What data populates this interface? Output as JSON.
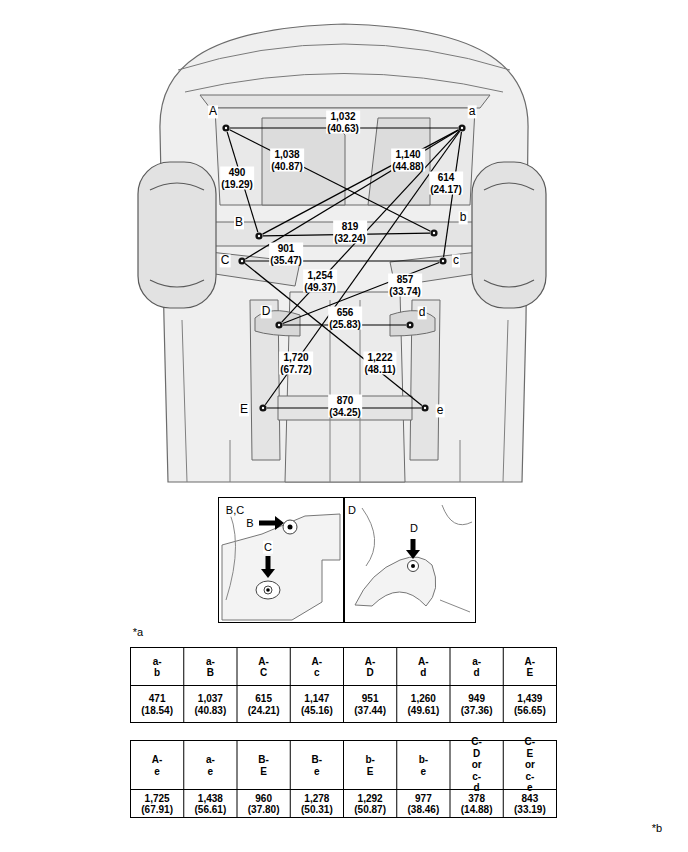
{
  "diagram": {
    "nodes": [
      {
        "text": [
          "A"
        ]
      },
      {
        "text": [
          "a"
        ]
      },
      {
        "text": [
          "B"
        ]
      },
      {
        "text": [
          "b"
        ]
      },
      {
        "text": [
          "C"
        ]
      },
      {
        "text": [
          "c"
        ]
      },
      {
        "text": [
          "D"
        ]
      },
      {
        "text": [
          "d"
        ]
      },
      {
        "text": [
          "E"
        ]
      },
      {
        "text": [
          "e"
        ]
      }
    ],
    "edges": [
      {
        "from": 0,
        "to": 1,
        "arrow": "none",
        "label": "1,032 (40.63)"
      },
      {
        "from": 0,
        "to": 3,
        "arrow": "none",
        "label": "1,038 (40.87)"
      },
      {
        "from": 1,
        "to": 2,
        "arrow": "none",
        "label": "1,140 (44.88)"
      },
      {
        "from": 0,
        "to": 2,
        "arrow": "none",
        "label": "490 (19.29)"
      },
      {
        "from": 1,
        "to": 5,
        "arrow": "none",
        "label": "614 (24.17)"
      },
      {
        "from": 2,
        "to": 3,
        "arrow": "none",
        "label": "819 (32.24)"
      },
      {
        "from": 4,
        "to": 5,
        "arrow": "none",
        "label": "901 (35.47)"
      },
      {
        "from": 1,
        "to": 4,
        "arrow": "none"
      },
      {
        "from": 1,
        "to": 6,
        "arrow": "none",
        "label": "1,254 (49.37)"
      },
      {
        "from": 6,
        "to": 5,
        "arrow": "none",
        "label": "857 (33.74)"
      },
      {
        "from": 6,
        "to": 7,
        "arrow": "none",
        "label": "656 (25.83)"
      },
      {
        "from": 1,
        "to": 8,
        "arrow": "none",
        "label": "1,720 (67.72)"
      },
      {
        "from": 4,
        "to": 9,
        "arrow": "none",
        "label": "1,222 (48.11)"
      },
      {
        "from": 8,
        "to": 9,
        "arrow": "none",
        "label": "870 (34.25)"
      }
    ],
    "labels": [
      "B,C",
      "B",
      "C",
      "D",
      "D",
      "*a",
      "a-b",
      "a-B",
      "A-C",
      "A-c",
      "A-D",
      "A-d",
      "a-d",
      "A-E",
      "471 (18.54)",
      "1,037 (40.83)",
      "615 (24.21)",
      "1,147 (45.16)",
      "951 (37.44)",
      "1,260 (49.61)",
      "949 (37.36)",
      "1,439 (56.65)",
      "A-e",
      "a-e",
      "B-E",
      "B-e",
      "b-E",
      "b-e",
      "C-D or c-d",
      "C-E or c-e",
      "1,725 (67.91)",
      "1,438 (56.61)",
      "960 (37.80)",
      "1,278 (50.31)",
      "1,292 (50.87)",
      "977 (38.46)",
      "378 (14.88)",
      "843 (33.19)",
      "*b"
    ]
  }
}
